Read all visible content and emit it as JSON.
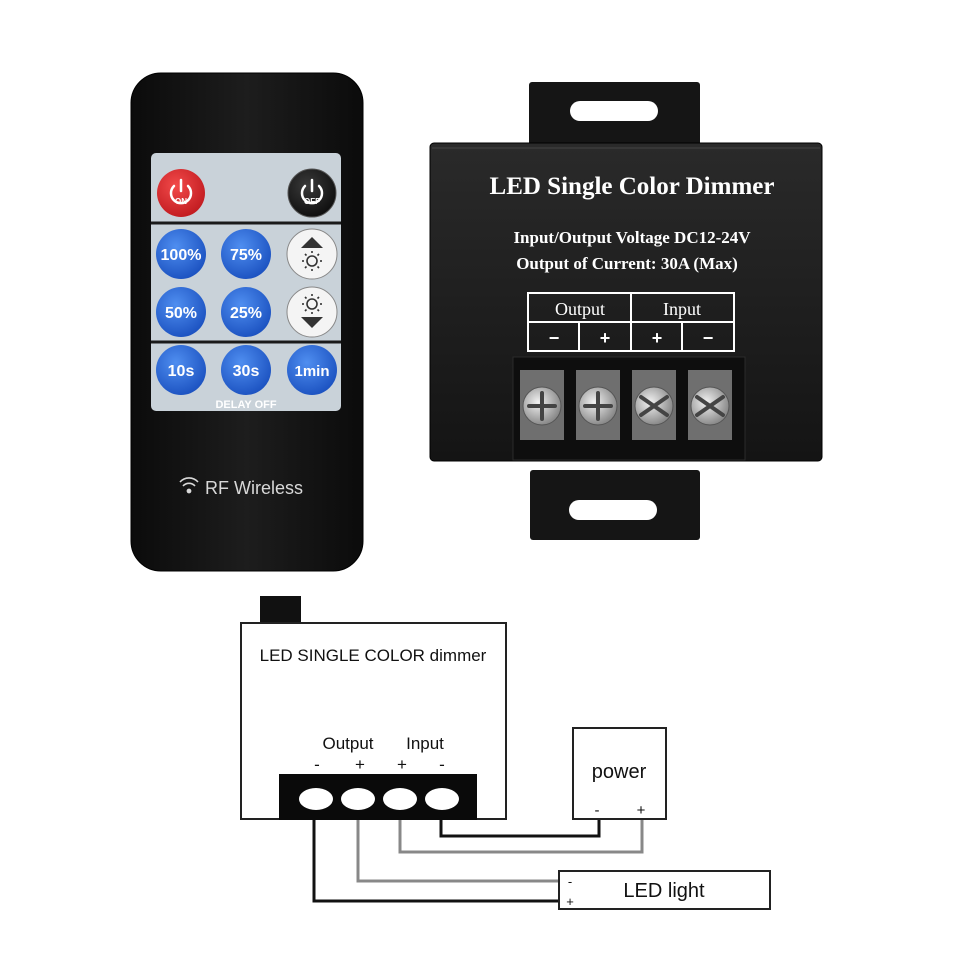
{
  "remote": {
    "on_label": "ON",
    "off_label": "OFF",
    "brightness_buttons": [
      "100%",
      "75%",
      "50%",
      "25%"
    ],
    "delay_buttons": [
      "10s",
      "30s",
      "1min"
    ],
    "delay_caption": "DELAY OFF",
    "brand": "RF Wireless",
    "colors": {
      "body": "#141414",
      "panel": "#c9d2d9",
      "key_blue": "#1f5fcf",
      "key_red": "#d8262b"
    }
  },
  "dimmer_device": {
    "title": "LED Single Color Dimmer",
    "spec_voltage": "Input/Output Voltage DC12-24V",
    "spec_current": "Output of Current: 30A (Max)",
    "output_label": "Output",
    "input_label": "Input",
    "terminal_signs": [
      "−",
      "+",
      "+",
      "−"
    ]
  },
  "wiring": {
    "box_label": "LED SINGLE COLOR dimmer",
    "output_label": "Output",
    "input_label": "Input",
    "terminal_signs": [
      "-",
      "+",
      "+",
      "-"
    ],
    "power_label": "power",
    "power_minus": "-",
    "power_plus": "+",
    "led_label": "LED light",
    "led_minus": "-",
    "led_plus": "+"
  }
}
